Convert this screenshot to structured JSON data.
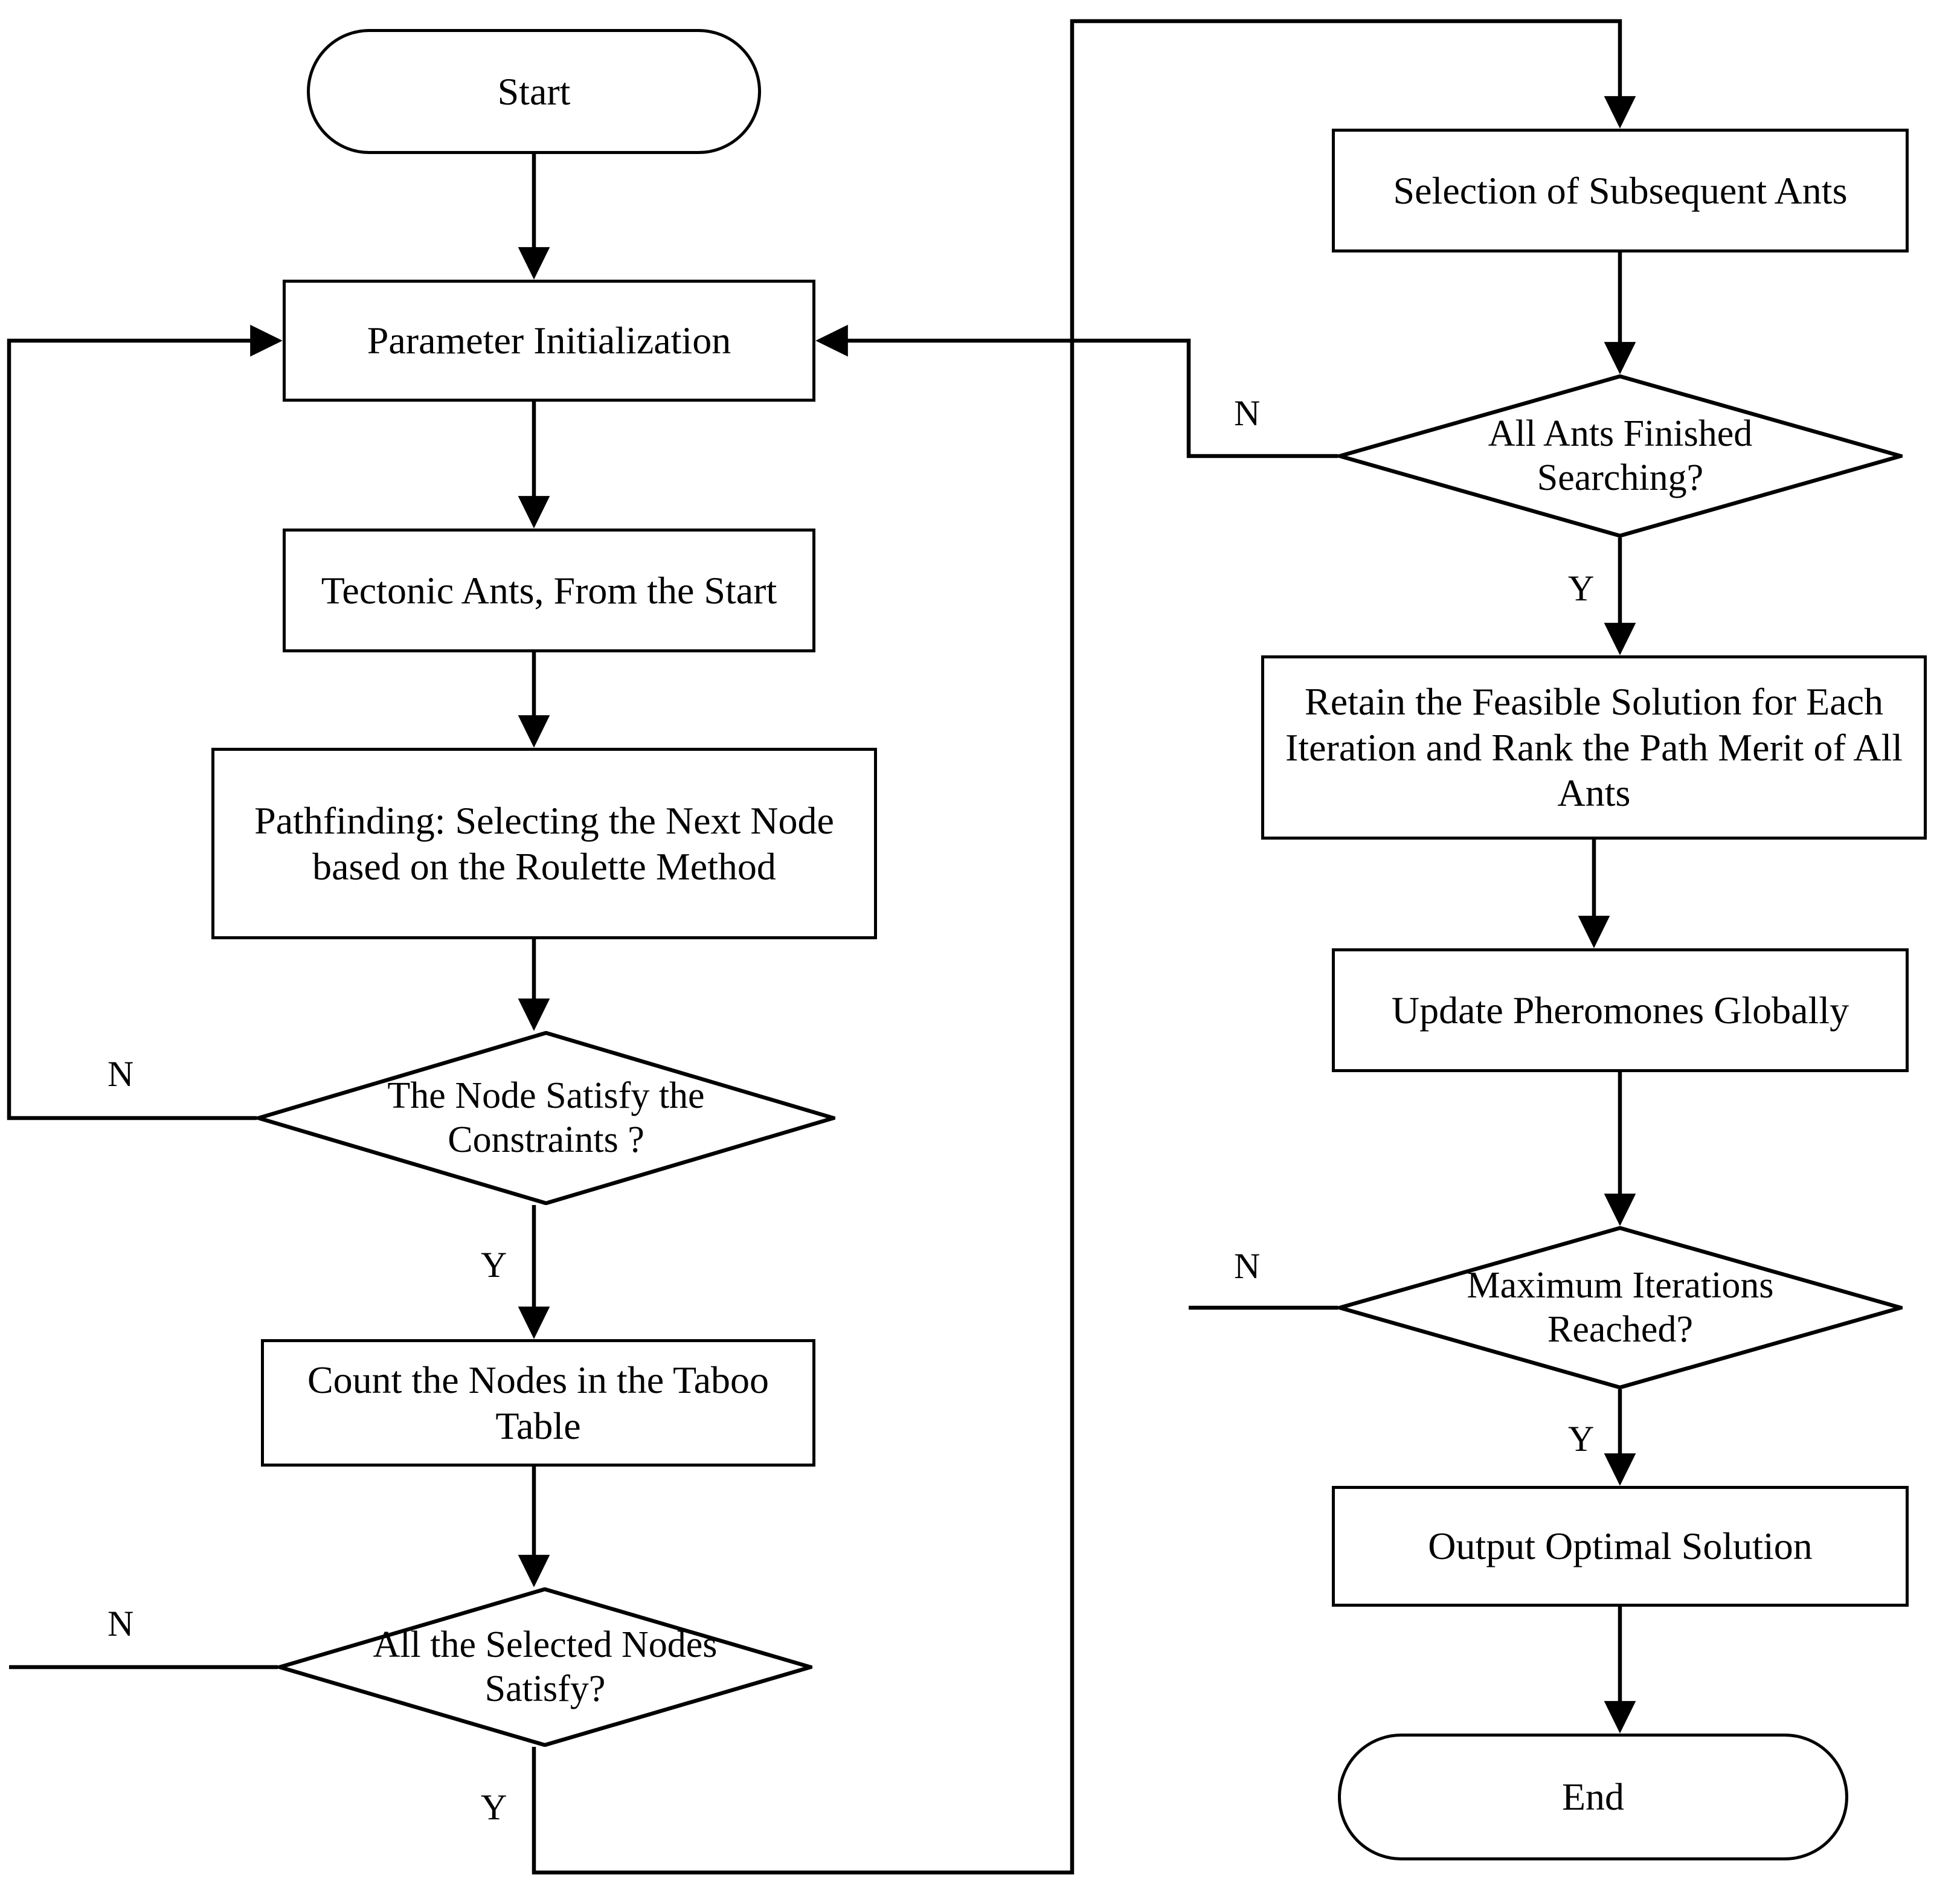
{
  "diagram": {
    "title": "Ant Colony Optimization Pathfinding Flowchart",
    "type": "flowchart",
    "line_color": "#000000",
    "background_color": "#ffffff",
    "text_color": "#000000"
  },
  "nodes": {
    "start": {
      "label": "Start",
      "shape": "terminator"
    },
    "parameter_initialization": {
      "label": "Parameter Initialization",
      "shape": "process"
    },
    "tectonic_ants": {
      "label": "Tectonic Ants, From the Start",
      "shape": "process"
    },
    "pathfinding": {
      "label": "Pathfinding: Selecting the Next Node based on the Roulette Method",
      "shape": "process"
    },
    "node_satisfy_constraints": {
      "label": "The Node Satisfy the Constraints ?",
      "shape": "decision"
    },
    "count_nodes_taboo": {
      "label": "Count the Nodes in the Taboo Table",
      "shape": "process"
    },
    "all_selected_nodes_satisfy": {
      "label": "All the Selected Nodes Satisfy?",
      "shape": "decision"
    },
    "selection_subsequent_ants": {
      "label": "Selection of Subsequent Ants",
      "shape": "process"
    },
    "all_ants_finished": {
      "label": "All Ants Finished Searching?",
      "shape": "decision"
    },
    "retain_feasible_solution": {
      "label": "Retain the Feasible Solution for Each Iteration and Rank the Path Merit of All Ants",
      "shape": "process"
    },
    "update_pheromones": {
      "label": "Update Pheromones Globally",
      "shape": "process"
    },
    "maximum_iterations": {
      "label": "Maximum Iterations Reached?",
      "shape": "decision"
    },
    "output_optimal_solution": {
      "label": "Output Optimal Solution",
      "shape": "process"
    },
    "end": {
      "label": "End",
      "shape": "terminator"
    }
  },
  "edge_labels": {
    "node_satisfy_no": "N",
    "node_satisfy_yes": "Y",
    "all_selected_no": "N",
    "all_selected_yes": "Y",
    "all_ants_no": "N",
    "all_ants_yes": "Y",
    "max_iter_no": "N",
    "max_iter_yes": "Y"
  },
  "flow": [
    {
      "from": "start",
      "to": "parameter_initialization",
      "label": ""
    },
    {
      "from": "parameter_initialization",
      "to": "tectonic_ants",
      "label": ""
    },
    {
      "from": "tectonic_ants",
      "to": "pathfinding",
      "label": ""
    },
    {
      "from": "pathfinding",
      "to": "node_satisfy_constraints",
      "label": ""
    },
    {
      "from": "node_satisfy_constraints",
      "to": "parameter_initialization",
      "label": "N"
    },
    {
      "from": "node_satisfy_constraints",
      "to": "count_nodes_taboo",
      "label": "Y"
    },
    {
      "from": "count_nodes_taboo",
      "to": "all_selected_nodes_satisfy",
      "label": ""
    },
    {
      "from": "all_selected_nodes_satisfy",
      "to": "parameter_initialization",
      "label": "N"
    },
    {
      "from": "all_selected_nodes_satisfy",
      "to": "selection_subsequent_ants",
      "label": "Y"
    },
    {
      "from": "selection_subsequent_ants",
      "to": "all_ants_finished",
      "label": ""
    },
    {
      "from": "all_ants_finished",
      "to": "parameter_initialization",
      "label": "N"
    },
    {
      "from": "all_ants_finished",
      "to": "retain_feasible_solution",
      "label": "Y"
    },
    {
      "from": "retain_feasible_solution",
      "to": "update_pheromones",
      "label": ""
    },
    {
      "from": "update_pheromones",
      "to": "maximum_iterations",
      "label": ""
    },
    {
      "from": "maximum_iterations",
      "to": "parameter_initialization",
      "label": "N"
    },
    {
      "from": "maximum_iterations",
      "to": "output_optimal_solution",
      "label": "Y"
    },
    {
      "from": "output_optimal_solution",
      "to": "end",
      "label": ""
    }
  ]
}
